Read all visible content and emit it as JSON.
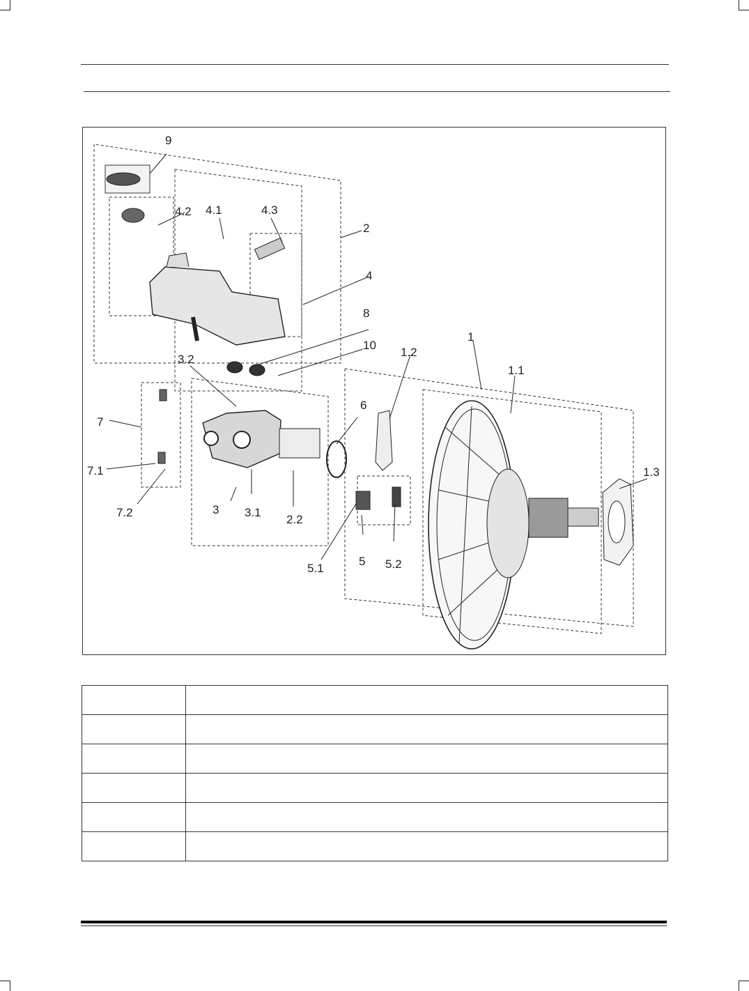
{
  "figure": {
    "callouts": [
      "9",
      "4.2",
      "4.1",
      "4.3",
      "2",
      "4",
      "8",
      "10",
      "3.2",
      "7",
      "7.1",
      "7.2",
      "3",
      "3.1",
      "2.2",
      "6",
      "1.2",
      "1",
      "1.1",
      "1.3",
      "5.1",
      "5",
      "5.2"
    ]
  },
  "parts_table": {
    "rows": [
      [
        "",
        ""
      ],
      [
        "",
        ""
      ],
      [
        "",
        ""
      ],
      [
        "",
        ""
      ],
      [
        "",
        ""
      ],
      [
        "",
        ""
      ]
    ]
  }
}
